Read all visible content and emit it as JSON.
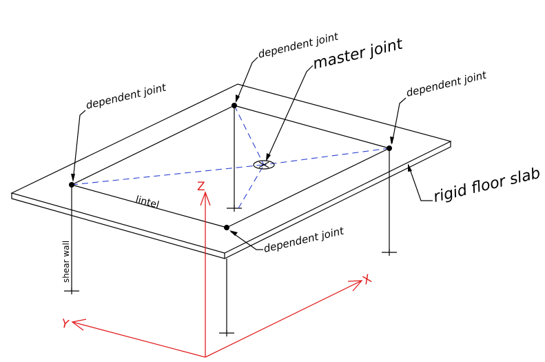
{
  "labels": {
    "dependent_joint_top": "dependent joint",
    "master_joint": "master joint",
    "dependent_joint_left": "dependent joint",
    "dependent_joint_right": "dependent joint",
    "dependent_joint_front": "dependent joint",
    "rigid_floor_slab": "rigid floor slab",
    "lintel": "lintel",
    "shear_wall": "shear wall"
  },
  "axes": {
    "x": "X",
    "y": "Y",
    "z": "Z"
  },
  "colors": {
    "outline": "#000000",
    "constraint_dashes": "#2a3fd0",
    "axes": "#e11d1d",
    "background": "#ffffff"
  }
}
